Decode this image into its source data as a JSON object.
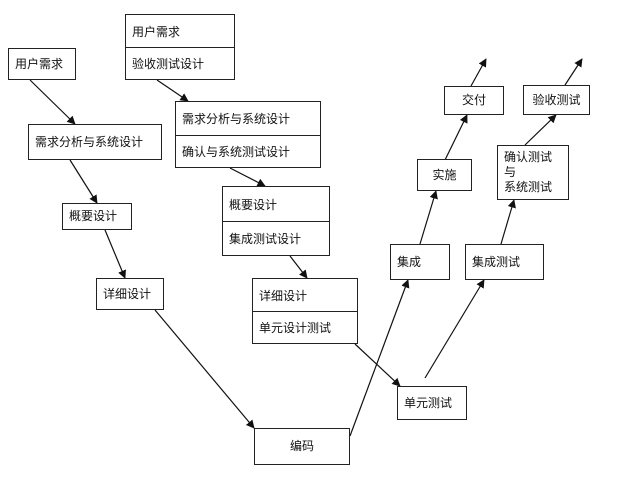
{
  "nodes": {
    "user_req_left": "用户需求",
    "req_analysis_left": "需求分析与系统设计",
    "outline_design_left": "概要设计",
    "detail_design_left": "详细设计",
    "coding": "编码",
    "user_req_top": "用户需求",
    "acceptance_test_design": "验收测试设计",
    "req_analysis_mid": "需求分析与系统设计",
    "confirm_system_test_design": "确认与系统测试设计",
    "outline_design_mid": "概要设计",
    "integration_test_design": "集成测试设计",
    "detail_design_mid": "详细设计",
    "unit_design_test": "单元设计测试",
    "unit_test": "单元测试",
    "integration": "集成",
    "implementation": "实施",
    "delivery": "交付",
    "integration_test": "集成测试",
    "confirm_test_line1": "确认测试与",
    "confirm_test_line2": "系统测试",
    "acceptance_test": "验收测试"
  }
}
